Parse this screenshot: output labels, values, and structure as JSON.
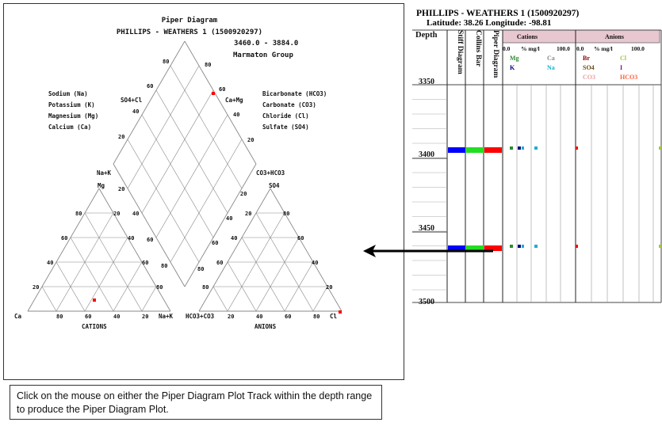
{
  "piper": {
    "title": "Piper Diagram",
    "well": "PHILLIPS - WEATHERS 1 (1500920297)",
    "depth_range": "3460.0 - 3884.0",
    "formation": "Marmaton Group",
    "cation_legend": [
      "Sodium (Na)",
      "Potassium (K)",
      "Magnesium (Mg)",
      "Calcium (Ca)"
    ],
    "anion_legend": [
      "Bicarbonate (HCO3)",
      "Carbonate (CO3)",
      "Chloride (Cl)",
      "Sulfate (SO4)"
    ],
    "diamond_top_left": "SO4+Cl",
    "diamond_top_right": "Ca+Mg",
    "diamond_left": "Na+K",
    "diamond_right": "CO3+HCO3",
    "cation_vertex_top": "Mg",
    "anion_vertex_top": "SO4",
    "cation_left": "Ca",
    "cation_right": "Na+K",
    "anion_left": "HCO3+CO3",
    "anion_right": "Cl",
    "cations_label": "CATIONS",
    "anions_label": "ANIONS",
    "ticks": [
      "20",
      "40",
      "60",
      "80"
    ],
    "point_color": "#ff0000"
  },
  "log": {
    "well": "PHILLIPS - WEATHERS 1 (1500920297)",
    "location": "Latitude: 38.26 Longitude: -98.81",
    "depth_header": "Depth",
    "tracks": [
      "Stiff Diagram",
      "Collins Bar",
      "Piper Diagram"
    ],
    "cations_title": "Cations",
    "anions_title": "Anions",
    "scale_min": "0.0",
    "scale_unit": "% mg/l",
    "scale_max": "100.0",
    "cation_keys": [
      {
        "label": "Mg",
        "color": "#2e8b2e"
      },
      {
        "label": "Ca",
        "color": "#888888"
      },
      {
        "label": "K",
        "color": "#000080"
      },
      {
        "label": "Na",
        "color": "#1ab0d0"
      }
    ],
    "anion_keys": [
      {
        "label": "Br",
        "color": "#8b0000"
      },
      {
        "label": "Cl",
        "color": "#9acd32"
      },
      {
        "label": "SO4",
        "color": "#6b4a10"
      },
      {
        "label": "I",
        "color": "#8b008b"
      },
      {
        "label": "CO3",
        "color": "#e8a0a0"
      },
      {
        "label": "HCO3",
        "color": "#ff6040"
      }
    ],
    "depths": [
      "3350",
      "3400",
      "3450",
      "3500"
    ],
    "colors": {
      "blue": "#0000ff",
      "green": "#22dd22",
      "red": "#ff0000",
      "header_bg": "#e8c8d0"
    }
  },
  "instruction": "Click on the mouse on either the Piper Diagram Plot Track within the depth range to produce the Piper Diagram Plot."
}
